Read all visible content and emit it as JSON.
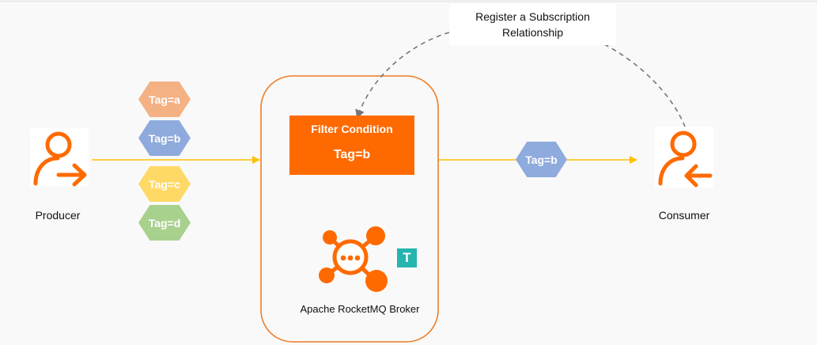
{
  "colors": {
    "accent_orange": "#ff6a00",
    "flow_line": "#ffc000",
    "dashed_line": "#777777",
    "badge_teal": "#25b4ae",
    "tag_a": "#f4b183",
    "tag_b": "#8faadc",
    "tag_c": "#ffd966",
    "tag_d": "#a9d18e"
  },
  "producer": {
    "label": "Producer",
    "icon": "user-arrow-right-icon"
  },
  "consumer": {
    "label": "Consumer",
    "icon": "user-arrow-left-icon"
  },
  "producer_tags": [
    {
      "label": "Tag=a",
      "color": "#f4b183"
    },
    {
      "label": "Tag=b",
      "color": "#8faadc"
    },
    {
      "label": "Tag=c",
      "color": "#ffd966"
    },
    {
      "label": "Tag=d",
      "color": "#a9d18e"
    }
  ],
  "broker": {
    "label": "Apache RocketMQ Broker",
    "icon": "rocketmq-hub-icon",
    "badge_letter": "T",
    "filter": {
      "title": "Filter Condition",
      "value": "Tag=b"
    }
  },
  "delivered_tag": {
    "label": "Tag=b",
    "color": "#8faadc"
  },
  "subscription_callout": {
    "line1": "Register a Subscription",
    "line2": "Relationship"
  }
}
